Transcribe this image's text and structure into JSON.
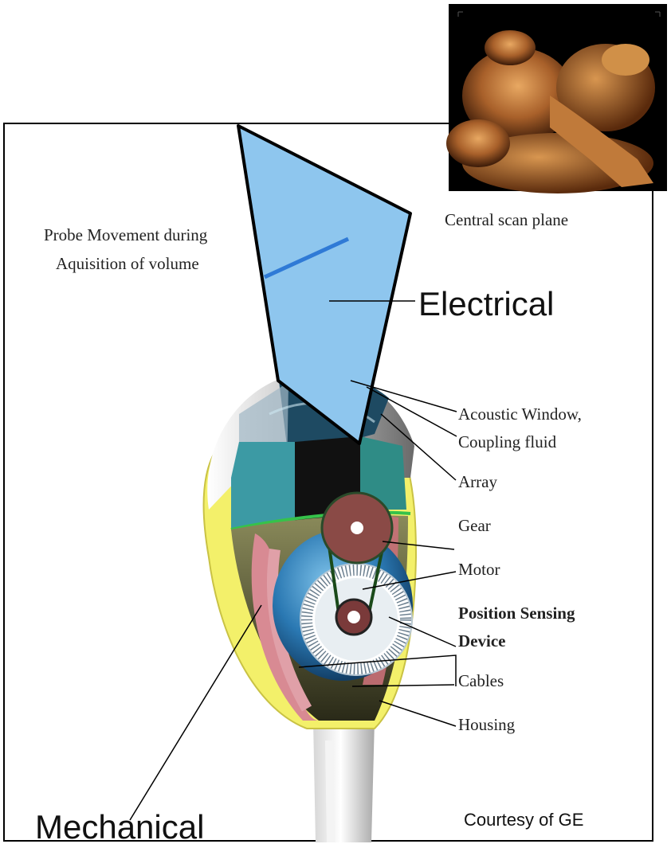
{
  "labels": {
    "probe_movement_line1": "Probe Movement during",
    "probe_movement_line2": "Aquisition of volume",
    "central_scan_plane": "Central scan plane",
    "electrical": "Electrical",
    "acoustic_window_line1": "Acoustic Window,",
    "acoustic_window_line2": "Coupling fluid",
    "array": "Array",
    "gear": "Gear",
    "motor": "Motor",
    "position_sensing_line1": "Position Sensing",
    "position_sensing_line2": "Device",
    "cables": "Cables",
    "housing": "Housing",
    "mechanical": "Mechanical",
    "courtesy": "Courtesy of GE"
  },
  "colors": {
    "scan_plane": "#8ec6ee",
    "housing_yellow": "#f3f06a",
    "gear": "#8a4a46",
    "motor": "#2f7fb8",
    "teal": "#3c9aa4",
    "pink": "#d88a93",
    "ultrasound_bg": "#000000",
    "ultrasound_tone": "#b36a2c"
  }
}
